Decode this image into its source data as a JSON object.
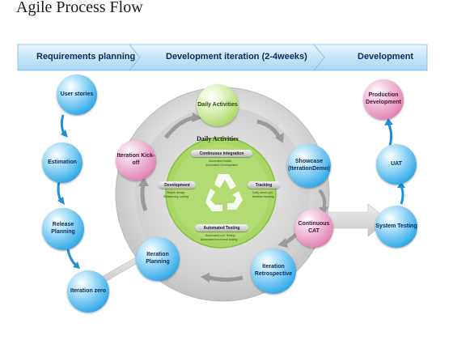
{
  "title": "Agile Process Flow",
  "phases": [
    "Requirements planning",
    "Development iteration (2-4weeks)",
    "Development"
  ],
  "left_column": [
    "User stories",
    "Estimation",
    "Release Planning",
    "Iteration zero"
  ],
  "cycle": {
    "daily_activities": "Daily Activities",
    "iteration_kickoff": "Iteration Kick-off",
    "showcase": "Showcase (IterationDemo)",
    "continuous_cat": "Continuous CAT",
    "iteration_retrospective": "Iteration Retrospective",
    "iteration_planning": "Iteration Planning"
  },
  "center": {
    "title": "Daily Activities",
    "continuous_integration": "Continuous integration",
    "ci_note_1": "Automated Builds",
    "ci_note_2": "Automated Development",
    "development": "Development",
    "dev_note_1": "Simple design",
    "dev_note_2": "Refactoring, coding",
    "tracking": "Tracking",
    "track_note_1": "Daily stand-ups",
    "track_note_2": "Iteration tracking",
    "automated_testing": "Automated Testing",
    "at_note_1": "Automated unit Testing",
    "at_note_2": "Automated functional testing"
  },
  "right_column": [
    "Production Development",
    "UAT",
    "System Testing"
  ],
  "colors": {
    "blue": "#1e90d6",
    "pink": "#e48cb8",
    "green": "#9fd15a",
    "gray_ring": "#d4d4d4"
  }
}
